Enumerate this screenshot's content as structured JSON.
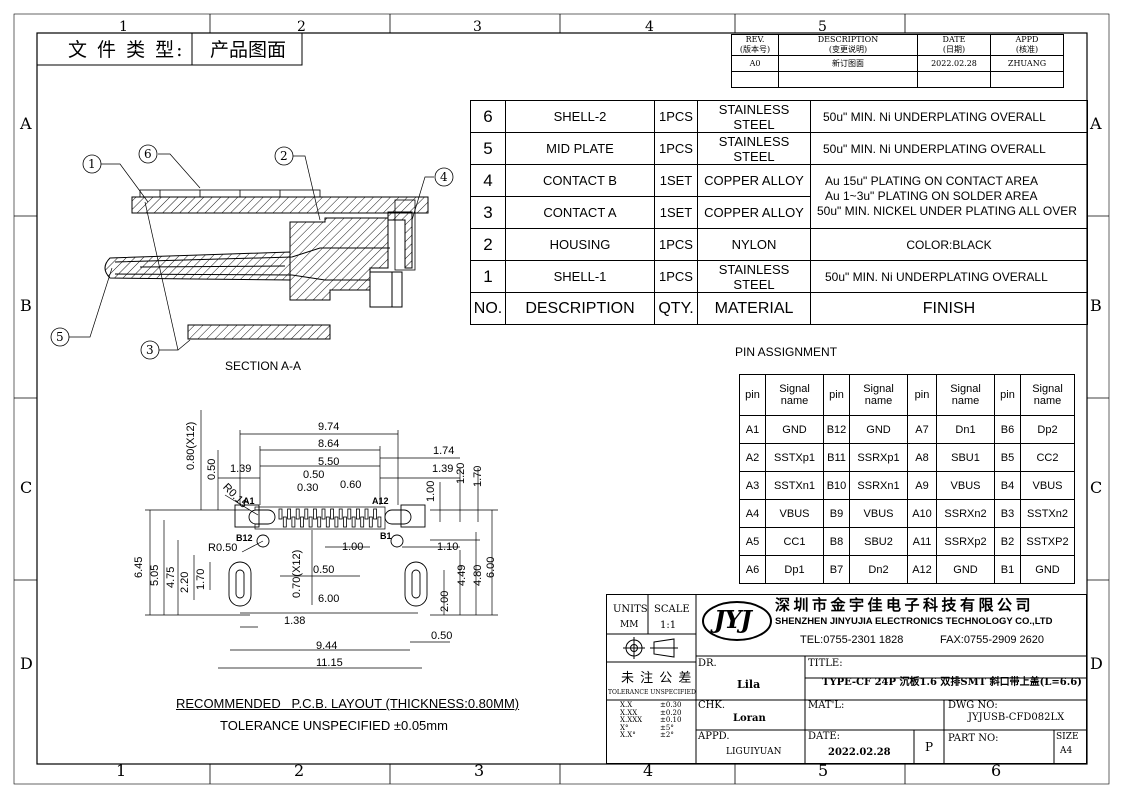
{
  "header": {
    "doc_type_label": "文 件 类 型:",
    "doc_type_value": "产品图面"
  },
  "frame": {
    "col_numbers": [
      "1",
      "2",
      "3",
      "4",
      "5",
      "6"
    ],
    "row_letters": [
      "A",
      "B",
      "C",
      "D"
    ]
  },
  "revision": {
    "headers": [
      "REV.\n(版本号)",
      "DESCRIPTION\n(变更说明)",
      "DATE\n(日期)",
      "APPD\n(核准)"
    ],
    "rev_label": "REV.",
    "rev_cn": "(版本号)",
    "desc_label": "DESCRIPTION",
    "desc_cn": "(变更说明)",
    "date_label": "DATE",
    "date_cn": "(日期)",
    "appd_label": "APPD",
    "appd_cn": "(核准)",
    "rev": "A0",
    "desc": "新订图面",
    "date": "2022.02.28",
    "appd": "ZHUANG"
  },
  "bom": {
    "rows": [
      {
        "no": "6",
        "desc": "SHELL-2",
        "qty": "1PCS",
        "material": "STAINLESS STEEL",
        "finish": "50u\" MIN. Ni UNDERPLATING OVERALL"
      },
      {
        "no": "5",
        "desc": "MID PLATE",
        "qty": "1PCS",
        "material": "STAINLESS STEEL",
        "finish": "50u\" MIN. Ni UNDERPLATING OVERALL"
      },
      {
        "no": "4",
        "desc": "CONTACT B",
        "qty": "1SET",
        "material": "COPPER ALLOY",
        "finish": ""
      },
      {
        "no": "3",
        "desc": "CONTACT A",
        "qty": "1SET",
        "material": "COPPER ALLOY",
        "finish": ""
      },
      {
        "no": "2",
        "desc": "HOUSING",
        "qty": "1PCS",
        "material": "NYLON",
        "finish": "COLOR:BLACK"
      },
      {
        "no": "1",
        "desc": "SHELL-1",
        "qty": "1PCS",
        "material": "STAINLESS STEEL",
        "finish": "50u\" MIN. Ni UNDERPLATING OVERALL"
      }
    ],
    "contact_finish": [
      "Au 15u\" PLATING ON CONTACT AREA",
      "Au 1~3u\" PLATING ON SOLDER AREA",
      "50u\" MIN. NICKEL UNDER PLATING ALL OVER"
    ],
    "header": {
      "no": "NO.",
      "desc": "DESCRIPTION",
      "qty": "QTY.",
      "material": "MATERIAL",
      "finish": "FINISH"
    }
  },
  "pin_assignment": {
    "title": "PIN ASSIGNMENT",
    "col_pin": "pin",
    "col_signal_1": "Signal",
    "col_signal_2": "name",
    "rows": [
      [
        "A1",
        "GND",
        "B12",
        "GND",
        "A7",
        "Dn1",
        "B6",
        "Dp2"
      ],
      [
        "A2",
        "SSTXp1",
        "B11",
        "SSRXp1",
        "A8",
        "SBU1",
        "B5",
        "CC2"
      ],
      [
        "A3",
        "SSTXn1",
        "B10",
        "SSRXn1",
        "A9",
        "VBUS",
        "B4",
        "VBUS"
      ],
      [
        "A4",
        "VBUS",
        "B9",
        "VBUS",
        "A10",
        "SSRXn2",
        "B3",
        "SSTXn2"
      ],
      [
        "A5",
        "CC1",
        "B8",
        "SBU2",
        "A11",
        "SSRXp2",
        "B2",
        "SSTXP2"
      ],
      [
        "A6",
        "Dp1",
        "B7",
        "Dn2",
        "A12",
        "GND",
        "B1",
        "GND"
      ]
    ]
  },
  "section": {
    "label": "SECTION A-A",
    "balloons": [
      "1",
      "6",
      "2",
      "4",
      "5",
      "3"
    ]
  },
  "pcb": {
    "dims": {
      "d974": "9.74",
      "d864": "8.64",
      "d550": "5.50",
      "d050a": "0.50",
      "d030": "0.30",
      "d060": "0.60",
      "d174": "1.74",
      "d139a": "1.39",
      "d139b": "1.39",
      "d080": "0.80(X12)",
      "d050b": "0.50",
      "r015": "R0.15",
      "d100v": "1.00",
      "d120": "1.20",
      "d170v": "1.70",
      "a1": "A1",
      "a12": "A12",
      "b12": "B12",
      "b1": "B1",
      "r050": "R0.50",
      "d100h": "1.00",
      "d110": "1.10",
      "d645": "6.45",
      "d505": "5.05",
      "d475": "4.75",
      "d220": "2.20",
      "d170": "1.70",
      "d070": "0.70(X12)",
      "d050c": "0.50",
      "d600h": "6.00",
      "d449": "4.49",
      "d480": "4.80",
      "d600v": "6.00",
      "d200": "2.00",
      "d138": "1.38",
      "d944": "9.44",
      "d050d": "0.50",
      "d1115": "11.15"
    },
    "caption": "RECOMMENDED   P.C.B. LAYOUT (THICKNESS:0.80MM)",
    "tolerance": "TOLERANCE UNSPECIFIED ±0.05mm"
  },
  "title_block": {
    "units_label": "UNITS",
    "units": "MM",
    "scale_label": "SCALE",
    "scale": "1:1",
    "company_cn": "深圳市金宇佳电子科技有限公司",
    "company_en": "SHENZHEN JINYUJIA ELECTRONICS TECHNOLOGY CO.,LTD",
    "tel": "TEL:0755-2301 1828",
    "fax": "FAX:0755-2909 2620",
    "logo": "JYJ",
    "tol_title": "未 注 公 差",
    "tol_sub": "TOLERANCE UNSPECIFIED",
    "tol_rows": [
      [
        "X.X",
        "±0.30"
      ],
      [
        "X.XX",
        "±0.20"
      ],
      [
        "X.XXX",
        "±0.10"
      ],
      [
        "X°",
        "±5°"
      ],
      [
        "X.X°",
        "±2°"
      ]
    ],
    "dr_label": "DR.",
    "dr": "Lila",
    "chk_label": "CHK.",
    "chk": "Loran",
    "appd_label": "APPD.",
    "appd": "LIGUIYUAN",
    "title_label": "TITLE:",
    "title": "TYPE-CF 24P 沉板1.6 双排SMT 斜口带上盖(L=6.6)",
    "matl_label": "MAT'L:",
    "dwg_label": "DWG NO:",
    "dwg": "JYJUSB-CFD082LX",
    "date_label": "DATE:",
    "date": "2022.02.28",
    "p": "P",
    "partno_label": "PART NO:",
    "size_label": "SIZE",
    "size": "A4"
  }
}
